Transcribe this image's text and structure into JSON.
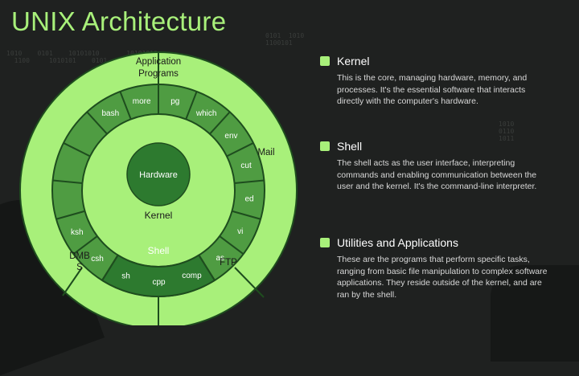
{
  "title": "UNIX Architecture",
  "diagram": {
    "core": "Hardware",
    "kernel": "Kernel",
    "shell": "Shell",
    "outer_labels": {
      "application_programs": [
        "Application",
        "Programs"
      ],
      "mail": "Mail",
      "ftp": "FTP",
      "dbms": [
        "DMB",
        "S"
      ]
    },
    "commands": [
      "bash",
      "more",
      "pg",
      "which",
      "env",
      "cut",
      "ed",
      "vi",
      "as",
      "comp",
      "cpp",
      "sh",
      "csh",
      "ksh"
    ]
  },
  "sections": [
    {
      "title": "Kernel",
      "body": "This is the core, managing hardware, memory, and processes. It's the essential software that interacts directly with the computer's hardware."
    },
    {
      "title": "Shell",
      "body": "The shell acts as the user interface, interpreting commands and enabling communication between the user and the kernel. It's the command-line interpreter."
    },
    {
      "title": "Utilities and Applications",
      "body": "These are the programs that perform specific tasks, ranging from basic file manipulation to complex software applications. They reside outside of the kernel, and are ran by the shell."
    }
  ],
  "colors": {
    "accent": "#a8f07a",
    "dark_green": "#2d7a2f",
    "mid_green": "#4f9c42",
    "line": "#1e4d1e",
    "background": "#1f2120"
  }
}
